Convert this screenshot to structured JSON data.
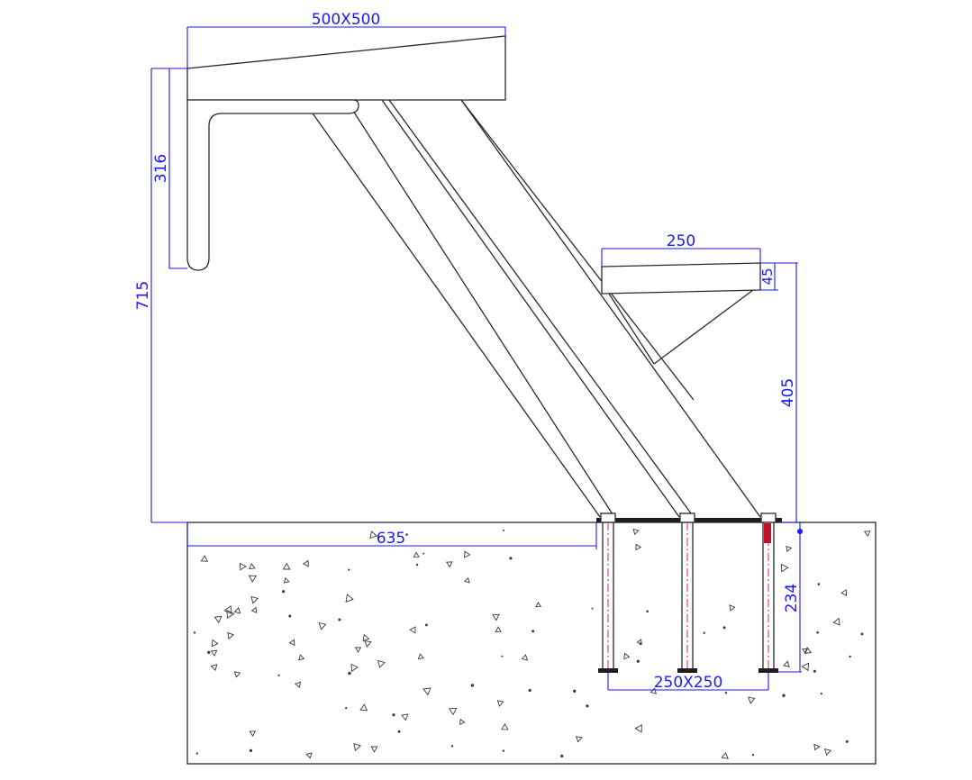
{
  "dimensions": {
    "top_box": "500X500",
    "backrest_height": "316",
    "total_height": "715",
    "footrest_width": "250",
    "footrest_thickness": "45",
    "footrest_height": "405",
    "base_length": "635",
    "anchor_depth": "234",
    "anchor_spacing": "250X250"
  },
  "colors": {
    "dimension": "#1a1aff",
    "outline": "#2a2a2a",
    "centerline": "#e0263a",
    "background": "#ffffff"
  }
}
